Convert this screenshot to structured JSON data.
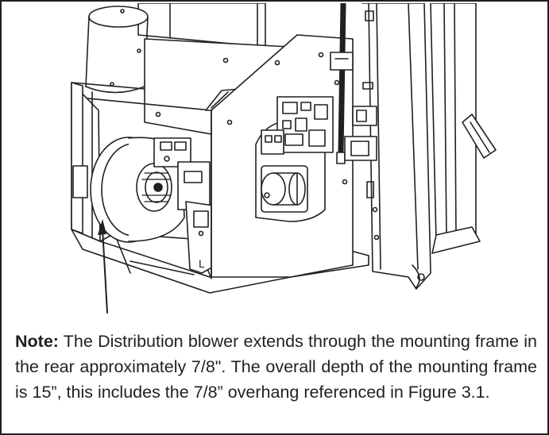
{
  "note": {
    "label": "Note:",
    "text": " The Distribution blower extends through the mounting frame in the rear approximately 7/8\". The overall depth of the mounting frame is 15”, this includes the 7/8” overhang referenced in Figure 3.1."
  },
  "illustration": {
    "frame_letter": "L"
  }
}
